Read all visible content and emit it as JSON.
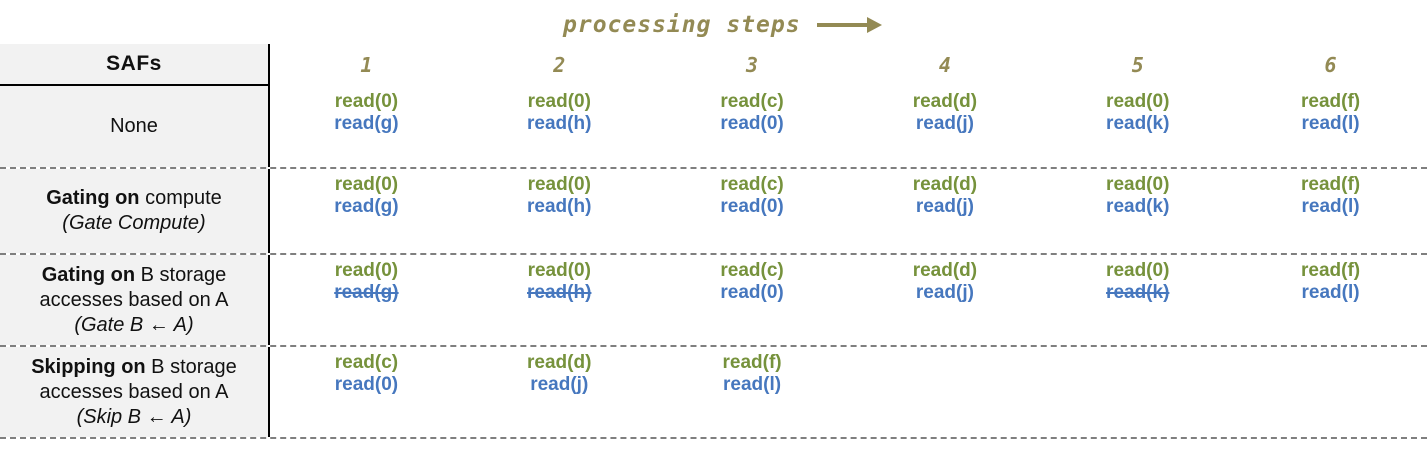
{
  "title": {
    "text": "processing steps",
    "arrow_icon": "right-arrow"
  },
  "palette": {
    "olive": "#938A54",
    "green": "#76923C",
    "blue": "#4677BE",
    "label_bg": "#F2F2F2",
    "dash_gray": "#7F7F7F"
  },
  "columns": {
    "safs_label": "SAFs",
    "steps": [
      "1",
      "2",
      "3",
      "4",
      "5",
      "6"
    ]
  },
  "rows": [
    {
      "id": "none",
      "label_lines": [
        {
          "segments": [
            {
              "text": "None"
            }
          ]
        }
      ],
      "cells": [
        {
          "lines": [
            {
              "text": "read(0)",
              "color": "green"
            },
            {
              "text": "read(g)",
              "color": "blue"
            }
          ]
        },
        {
          "lines": [
            {
              "text": "read(0)",
              "color": "green"
            },
            {
              "text": "read(h)",
              "color": "blue"
            }
          ]
        },
        {
          "lines": [
            {
              "text": "read(c)",
              "color": "green"
            },
            {
              "text": "read(0)",
              "color": "blue"
            }
          ]
        },
        {
          "lines": [
            {
              "text": "read(d)",
              "color": "green"
            },
            {
              "text": "read(j)",
              "color": "blue"
            }
          ]
        },
        {
          "lines": [
            {
              "text": "read(0)",
              "color": "green"
            },
            {
              "text": "read(k)",
              "color": "blue"
            }
          ]
        },
        {
          "lines": [
            {
              "text": "read(f)",
              "color": "green"
            },
            {
              "text": "read(l)",
              "color": "blue"
            }
          ]
        }
      ]
    },
    {
      "id": "gate-compute",
      "label_lines": [
        {
          "segments": [
            {
              "text": "Gating on",
              "bold": true
            },
            {
              "text": " compute"
            }
          ]
        },
        {
          "segments": [
            {
              "text": "(Gate Compute)",
              "italic": true
            }
          ]
        }
      ],
      "cells": [
        {
          "lines": [
            {
              "text": "read(0)",
              "color": "green"
            },
            {
              "text": "read(g)",
              "color": "blue"
            }
          ]
        },
        {
          "lines": [
            {
              "text": "read(0)",
              "color": "green"
            },
            {
              "text": "read(h)",
              "color": "blue"
            }
          ]
        },
        {
          "lines": [
            {
              "text": "read(c)",
              "color": "green"
            },
            {
              "text": "read(0)",
              "color": "blue"
            }
          ]
        },
        {
          "lines": [
            {
              "text": "read(d)",
              "color": "green"
            },
            {
              "text": "read(j)",
              "color": "blue"
            }
          ]
        },
        {
          "lines": [
            {
              "text": "read(0)",
              "color": "green"
            },
            {
              "text": "read(k)",
              "color": "blue"
            }
          ]
        },
        {
          "lines": [
            {
              "text": "read(f)",
              "color": "green"
            },
            {
              "text": "read(l)",
              "color": "blue"
            }
          ]
        }
      ]
    },
    {
      "id": "gate-b-from-a",
      "label_lines": [
        {
          "segments": [
            {
              "text": "Gating on",
              "bold": true
            },
            {
              "text": " B storage"
            }
          ]
        },
        {
          "segments": [
            {
              "text": "accesses based on A"
            }
          ]
        },
        {
          "segments": [
            {
              "text": "(Gate B ← A)",
              "italic": true
            }
          ]
        }
      ],
      "cells": [
        {
          "lines": [
            {
              "text": "read(0)",
              "color": "green"
            },
            {
              "text": "read(g)",
              "color": "blue",
              "struck": true
            }
          ]
        },
        {
          "lines": [
            {
              "text": "read(0)",
              "color": "green"
            },
            {
              "text": "read(h)",
              "color": "blue",
              "struck": true
            }
          ]
        },
        {
          "lines": [
            {
              "text": "read(c)",
              "color": "green"
            },
            {
              "text": "read(0)",
              "color": "blue"
            }
          ]
        },
        {
          "lines": [
            {
              "text": "read(d)",
              "color": "green"
            },
            {
              "text": "read(j)",
              "color": "blue"
            }
          ]
        },
        {
          "lines": [
            {
              "text": "read(0)",
              "color": "green"
            },
            {
              "text": "read(k)",
              "color": "blue",
              "struck": true
            }
          ]
        },
        {
          "lines": [
            {
              "text": "read(f)",
              "color": "green"
            },
            {
              "text": "read(l)",
              "color": "blue"
            }
          ]
        }
      ]
    },
    {
      "id": "skip-b-from-a",
      "label_lines": [
        {
          "segments": [
            {
              "text": "Skipping on",
              "bold": true
            },
            {
              "text": " B storage"
            }
          ]
        },
        {
          "segments": [
            {
              "text": "accesses based on A"
            }
          ]
        },
        {
          "segments": [
            {
              "text": "(Skip B ← A)",
              "italic": true
            }
          ]
        }
      ],
      "cells": [
        {
          "lines": [
            {
              "text": "read(c)",
              "color": "green"
            },
            {
              "text": "read(0)",
              "color": "blue"
            }
          ]
        },
        {
          "lines": [
            {
              "text": "read(d)",
              "color": "green"
            },
            {
              "text": "read(j)",
              "color": "blue"
            }
          ]
        },
        {
          "lines": [
            {
              "text": "read(f)",
              "color": "green"
            },
            {
              "text": "read(l)",
              "color": "blue"
            }
          ]
        },
        null,
        null,
        null
      ]
    }
  ]
}
